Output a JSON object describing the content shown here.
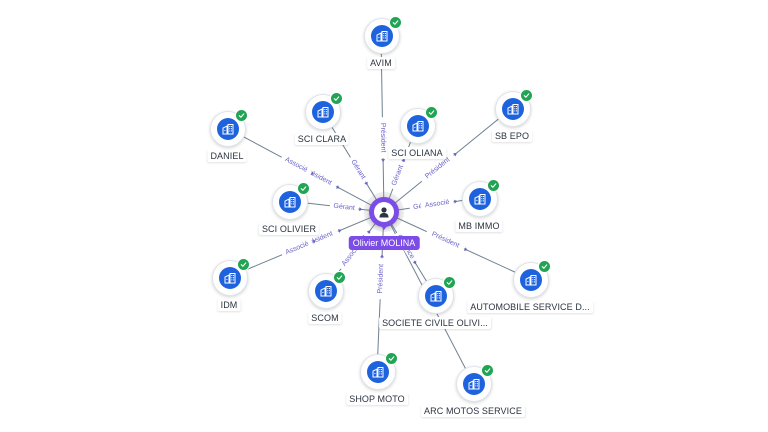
{
  "center": {
    "label": "Olivier MOLINA",
    "icon": "person-icon",
    "color": "#7b4ce6"
  },
  "nodes": [
    {
      "id": "avim",
      "label": "AVIM",
      "icon": "company-icon"
    },
    {
      "id": "sci-clara",
      "label": "SCI CLARA",
      "icon": "company-icon"
    },
    {
      "id": "daniel",
      "label": "DANIEL",
      "icon": "company-icon"
    },
    {
      "id": "sci-oliana",
      "label": "SCI OLIANA",
      "icon": "company-icon"
    },
    {
      "id": "sb-epo",
      "label": "SB EPO",
      "icon": "company-icon"
    },
    {
      "id": "mb-immo",
      "label": "MB IMMO",
      "icon": "company-icon"
    },
    {
      "id": "sci-olivier",
      "label": "SCI OLIVIER",
      "icon": "company-icon"
    },
    {
      "id": "idm",
      "label": "IDM",
      "icon": "company-icon"
    },
    {
      "id": "scom",
      "label": "SCOM",
      "icon": "company-icon"
    },
    {
      "id": "automobile-service",
      "label": "AUTOMOBILE SERVICE D...",
      "icon": "company-icon"
    },
    {
      "id": "societe-civile",
      "label": "SOCIETE CIVILE OLIVI...",
      "icon": "company-icon"
    },
    {
      "id": "shop-moto",
      "label": "SHOP MOTO",
      "icon": "company-icon"
    },
    {
      "id": "arc-motos",
      "label": "ARC MOTOS SERVICE",
      "icon": "company-icon"
    }
  ],
  "edge_labels": {
    "avim": [
      "Président"
    ],
    "sci-clara": [
      "Gérant"
    ],
    "daniel": [
      "Président",
      "Associé"
    ],
    "sci-oliana": [
      "Gérant"
    ],
    "sb-epo": [
      "Président"
    ],
    "mb-immo": [
      "Gérant",
      "Associé"
    ],
    "sci-olivier": [
      "Gérant"
    ],
    "idm": [
      "Président",
      "Associé"
    ],
    "scom": [
      "Gérant",
      "Associé"
    ],
    "automobile-service": [
      "Président"
    ],
    "societe-civile": [
      "Gérance"
    ],
    "shop-moto": [
      "Président"
    ],
    "arc-motos": []
  },
  "colors": {
    "company": "#1e63dd",
    "verified": "#21a453",
    "edge": "#6f8190",
    "edge_label": "#6a63c9"
  },
  "status_icon": "check-icon"
}
